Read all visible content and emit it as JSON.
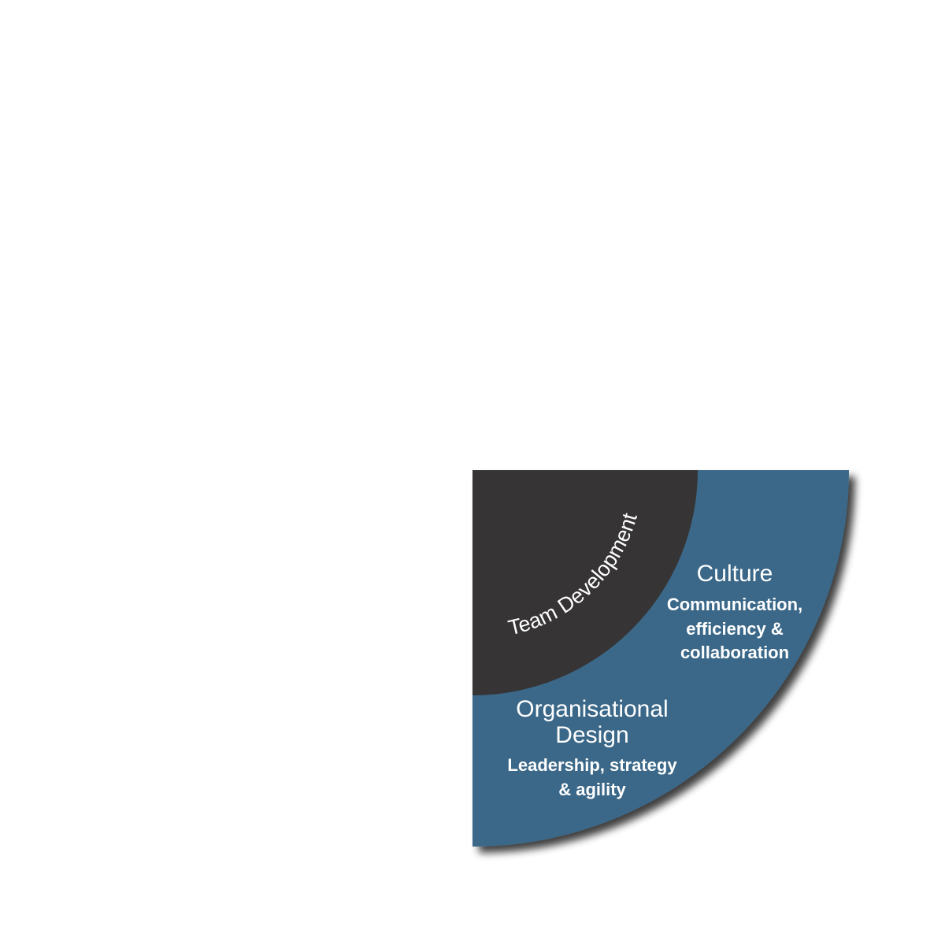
{
  "colors": {
    "background": "#ffffff",
    "inner_segment": "#363435",
    "outer_segment": "#3a6788",
    "shadow": "#000000",
    "text": "#ffffff"
  },
  "inner": {
    "label": "Team Development"
  },
  "culture": {
    "title": "Culture",
    "subtitle_lines": [
      "Communication,",
      "efficiency &",
      "collaboration"
    ]
  },
  "org_design": {
    "title_lines": [
      "Organisational",
      "Design"
    ],
    "subtitle_lines": [
      "Leadership, strategy",
      "& agility"
    ]
  }
}
